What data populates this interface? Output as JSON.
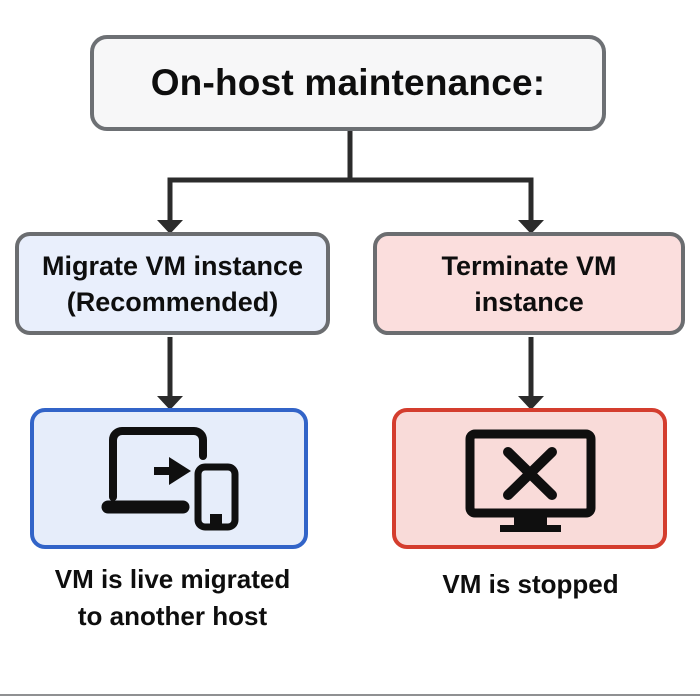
{
  "root": {
    "label": "On-host maintenance:"
  },
  "branches": [
    {
      "option": {
        "line1": "Migrate VM instance",
        "line2": "(Recommended)"
      },
      "icon": "laptop-to-phone-migration-icon",
      "caption": {
        "line1": "VM is live migrated",
        "line2": "to another host"
      }
    },
    {
      "option": {
        "line1": "Terminate VM",
        "line2": "instance"
      },
      "icon": "monitor-x-icon",
      "caption": {
        "line1": "VM is stopped",
        "line2": ""
      }
    }
  ],
  "colors": {
    "background": "#ffffff",
    "root_fill": "#f7f7f8",
    "root_border": "#6d7074",
    "option_border": "#6b6d70",
    "migrate_fill": "#e6edfa",
    "migrate_accent": "#3264c8",
    "terminate_fill": "#f9dbd9",
    "terminate_accent": "#d43d2e",
    "connector": "#2b2b2b",
    "icon": "#0f0f0f",
    "bottom_rule": "#8f9092"
  }
}
